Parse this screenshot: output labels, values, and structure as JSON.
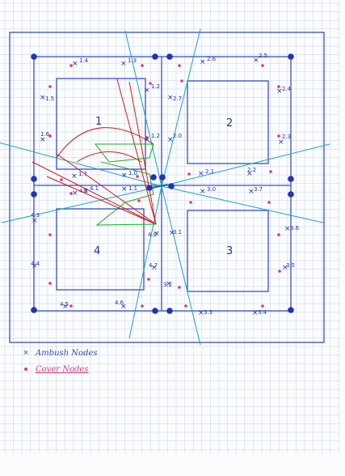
{
  "colors": {
    "grid": "#c7d3e3",
    "blue": "#3b4fc2",
    "node": "#2232b8",
    "cover": "#e0347a",
    "cyan": "#1aa2cf",
    "red": "#d11a1a",
    "green": "#1faa2a",
    "teal": "#0e7a7a"
  },
  "icons": {
    "ambush": "x-mark-icon",
    "cover": "pink-dot-icon"
  },
  "rooms": [
    {
      "label": "1"
    },
    {
      "label": "2"
    },
    {
      "label": "3"
    },
    {
      "label": "4"
    }
  ],
  "ambush_nodes": [
    {
      "label": "1.4"
    },
    {
      "label": "1.3"
    },
    {
      "label": "1.5"
    },
    {
      "label": "1.2"
    },
    {
      "label": "1.2"
    },
    {
      "label": "1.6"
    },
    {
      "label": "1.7"
    },
    {
      "label": "1.0"
    },
    {
      "label": "1.1"
    },
    {
      "label": "2.6"
    },
    {
      "label": "2.5"
    },
    {
      "label": "2.7"
    },
    {
      "label": "2.4"
    },
    {
      "label": "2.0"
    },
    {
      "label": "2.3"
    },
    {
      "label": "2.1"
    },
    {
      "label": "2.2"
    },
    {
      "label": "3.0"
    },
    {
      "label": "3.7"
    },
    {
      "label": "3.6"
    },
    {
      "label": "3.5"
    },
    {
      "label": "3.1"
    },
    {
      "label": "3.2"
    },
    {
      "label": "3.3"
    },
    {
      "label": "3.4"
    },
    {
      "label": "4.2"
    },
    {
      "label": "4.1"
    },
    {
      "label": "4.0"
    },
    {
      "label": "4.3"
    },
    {
      "label": "4.4"
    },
    {
      "label": "4.7"
    },
    {
      "label": "4.5"
    },
    {
      "label": "4.6"
    }
  ],
  "legend": {
    "ambush_label": "Ambush Nodes",
    "cover_label": "Cover Nodes"
  }
}
